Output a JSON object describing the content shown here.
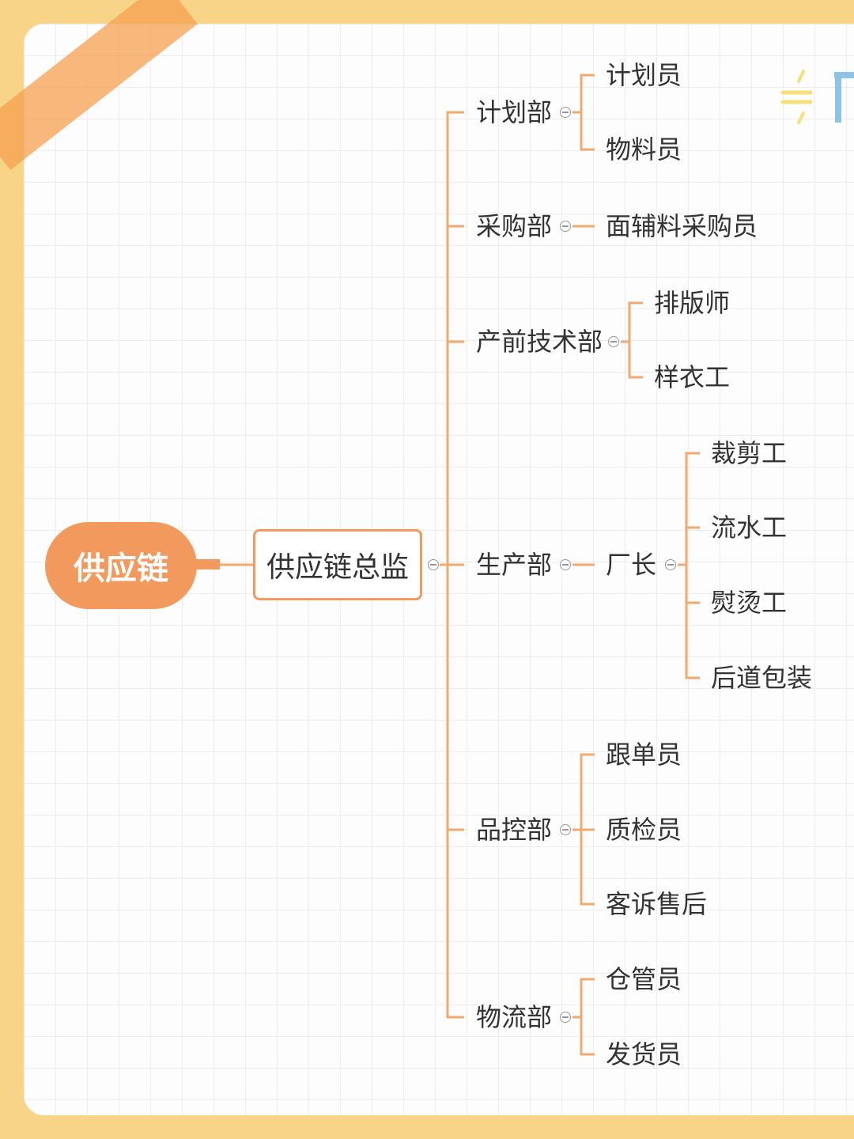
{
  "root": "供应链",
  "director": "供应链总监",
  "departments": [
    {
      "name": "计划部",
      "children": [
        "计划员",
        "物料员"
      ]
    },
    {
      "name": "采购部",
      "children": [
        "面辅料采购员"
      ]
    },
    {
      "name": "产前技术部",
      "children": [
        "排版师",
        "样衣工"
      ]
    },
    {
      "name": "生产部",
      "sub": "厂长",
      "children": [
        "裁剪工",
        "流水工",
        "熨烫工",
        "后道包装"
      ]
    },
    {
      "name": "品控部",
      "children": [
        "跟单员",
        "质检员",
        "客诉售后"
      ]
    },
    {
      "name": "物流部",
      "children": [
        "仓管员",
        "发货员"
      ]
    }
  ],
  "colors": {
    "accent": "#f29a5e",
    "line": "#f2a96e",
    "background": "#f8d488"
  }
}
